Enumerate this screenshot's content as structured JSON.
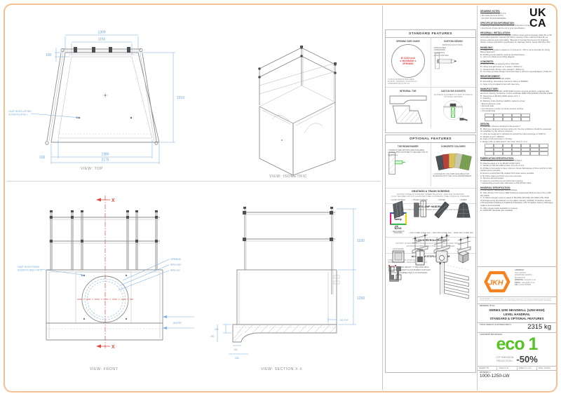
{
  "views": {
    "top": {
      "label": "VIEW: TOP",
      "dims": {
        "outer_width": "1309",
        "inner_width": "1150",
        "top_offset": "100",
        "depth": "1910",
        "base_inner": "1980",
        "base_outer": "2175",
        "base_offset": "100"
      },
      "leader_line1": "CAST IN S/S LIFTING",
      "leader_line2": "SOCKETS (4 NO.)"
    },
    "isometric": {
      "label": "VIEW: ISOMETRIC"
    },
    "front": {
      "label": "VIEW: FRONT",
      "marker": "X",
      "leader_fixing1": "CAST IN S/S FIXING",
      "leader_fixing2": "SOCKETS (M12 4 NO.)",
      "leader_opening": "OPENING",
      "leader_pipe_od": "PIPE O/D*",
      "leader_pipe_id": "PIPE I/D*",
      "leader_invert": "INVERT"
    },
    "section": {
      "label": "VIEW: SECTION X-X",
      "dims": {
        "handrail": "1100",
        "wall": "1250",
        "wall_thk": "100 TYP",
        "base_thk": "100",
        "toe_depth": "300",
        "toe_width": "100",
        "toe_proj": "150"
      }
    }
  },
  "standard_features": {
    "title": "STANDARD FEATURES",
    "opening_guide": {
      "title": "OPENING SIZE GUIDE",
      "circle_line1": "Ø 1022 mm",
      "circle_line2": "◄ MAXIMUM ►",
      "circle_line3": "OPENING",
      "notes": [
        "TYPICAL MAXIMUM PIPE SIZES:",
        "PLASTIC: TWINWALL (ID) Ø 750 mm",
        "CONCRETE (ID) Ø 750 mm"
      ]
    },
    "custom_design": {
      "title": "CUSTOM DESIGN",
      "subtitle": "BESPOKE SOLUTIONS...",
      "items": [
        "DOGHOUSES",
        "STEELWORK",
        "HANDRAILS",
        "FLOW CONTROL"
      ]
    },
    "integral_toe": {
      "title": "INTEGRAL TOE"
    },
    "sockets": {
      "title": "CAST-IN S/S SOCKETS",
      "subtitle": "ACCURATE ALIGNMENT TO JOINT FITTINGS & OPTIONAL FEATURES"
    }
  },
  "optional_features": {
    "title": "OPTIONAL FEATURES",
    "toe_beam": {
      "title": "TOE BEAM RAISER",
      "items": [
        "VARIOUS SIZE OPTIONS ARE AVAILABLE",
        "DOWEL PINS SUPPLIED TO SECURE TOE TO HEADWALL"
      ]
    },
    "concrete_colours": {
      "title": "CONCRETE COLOURS",
      "items": [
        "A RANGE OF COLOURS AVAILABLE FOR BLENDING INTO THE LOCAL ENVIRONMENT"
      ],
      "swatches": [
        "#4a5258",
        "#b5443c",
        "#d8c35a",
        "#c9c9b2",
        "#7a9e52"
      ]
    },
    "gratings": {
      "title": "GRATINGS & TRASH SCREENS",
      "note1": "FACTORY FITTED AS STANDARD (WHERE PRACTICAL / SAFE FOR TRANSPORT)",
      "note2": "FULLY SECURED, HOT DIP GALVANISED STEEL & STAINLESS STEEL FIXINGS AS STANDARD",
      "items": [
        "FLUSH COUPLED",
        "HINGED COUPLED",
        "SLOPED",
        "DOMED"
      ]
    },
    "handrails": {
      "title": "KEE KLAMP HANDRAILS",
      "note1": "FACTORY FITTED AS STANDARD (WHERE PRACTICAL / SAFE FOR TRANSPORT)",
      "logo_line1": "Kee",
      "logo_line2": "Safety",
      "size_mark": "Ø",
      "size_mark_num": "#8",
      "items": [
        "KEE KLAMP AS STANDARD",
        "FULLY FIXED (CODE: K03)",
        "HALF WING (CODE: K02)",
        "BACK ONLY (CODE: K01)"
      ]
    },
    "flow_control": {
      "title": "FLOW CONTROL DEVICES",
      "note1": "FACTORY FITTED WHERE POSSIBLE (DUE TO SEAL FIXINGS & SAFE TRANSPORT)",
      "note2": "ANCHORS & RUBBER SEALS (STAINLESS) AS STANDARD",
      "items": [
        "FLAP VALVES",
        "PENSTOCKS",
        "ORIFICE PLATES",
        "BAFFLE BLOCKS"
      ]
    },
    "stoplog": {
      "title": "ALUMINIUM STOPLOG SYSTEM",
      "note1": "CHANNELS FACTORY FITTED AS STANDARD (WHERE PRACTICAL / SAFE FOR TRANSPORT)",
      "items": [
        "VARIOUS BOARD HEIGHT / TYPES AVAILABLE",
        "LOGGING BRACKETS & FASTENERS SUPPLIED",
        "ANCHORS & RUBBER SEALS AS STANDARD"
      ]
    }
  },
  "notes": {
    "sections": [
      {
        "heading": "DRAWING NOTES:",
        "items": [
          "• All dimensions in mm U.O.S.",
          "• All measurements ±2mm.",
          "• DO NOT SCALE DRAWING."
        ]
      },
      {
        "heading": "SPECIFICATION INFORMATION:",
        "items": [
          "• Opening in back wall cast to suit outer dimension of pipe.",
          "• Invert level of pipe can be cut to your specification."
        ]
      },
      {
        "heading": "HEADWALL INSTALLATION:",
        "items": [
          "Units should be bedded on minimum 150mm thick well compacted Class 6N or 6P well graded granular material with 50mm topping of fine material (Class 6L) to ensure units are level and stable. \"Manual of Contract Documents for Highway Works: Volume (MCHW1) specification for Highway Works, Series 600 (Nov 09).\""
        ]
      },
      {
        "heading": "HANDLING:",
        "items": [
          "A. Weight of concrete is based on 2.4 tonne/m³. +5% is recommended for sizing lifting equipment.",
          "B. All lifting points shall be used as specified below.",
          "C. Unit to be lifted as per lifting diagram."
        ]
      },
      {
        "heading": "CONCRETE:",
        "items": [
          "A. Min 40 N Self-compacting DC4 / DS4 Mix.",
          "B. Lifting strength based on 2 cubes = 20N/mm².",
          "C. Characteristic 28 day cube strength = 50N/mm².",
          "D. Concrete provides Design Chemical Class 4 (DC4) to special Digest 1 Table P2."
        ]
      },
      {
        "heading": "REINFORCEMENT:",
        "items": [
          "A. Reinforcement to BS EN 13369.",
          "B. Scheduling, dimensions, bends & cutting to BS8666.",
          "C. Cage to be insulated & tied with steel wire."
        ]
      },
      {
        "heading": "MANUFACTURE:",
        "items": [
          "A. Manufacture to BS EN 13369:2018 precast concrete products, retaining wall elements. Factory production control certificate 0086-CPR-602946 & BS EN 13369.",
          "B. Tolerances to BS EN 13369 clause 4.3.1.1.",
          "C. Finishing:",
          "D. Marking: Units shall be indelibly marked to show:",
          "• Mould reference code.",
          "• Demould date.",
          "• Job reference number & unique product number.",
          "• Unit weight (kg)."
        ]
      },
      {
        "heading": "DESIGN:",
        "items": [
          "A. Concrete structure designed to Eurocode 2.",
          "B. JKH have designed concrete units only; the site conditions should be assessed for suitability by the scheme designer.",
          "C. Units are designed to withstand a vertical live load surcharge of 10kN/m².",
          "D. Weight of soil = 18kN/m³.",
          "E. Angle of internal friction = 30 Deg.",
          "F. Design Lifts as table below* (all crown sizes in mm):"
        ]
      },
      {
        "heading": "FABRICATION SPECIFICATION:",
        "items": [
          "A. Manufacture to BS EN 1090-2 EXC CLASS 1.",
          "B. Material grade is to be BS EN 10025 S275.",
          "C. Welding to BS EN 1090-2 Parts 1.5.4 & 1.5.1.8.",
          "D. All fillet & butt welds to have minimum throat thicknesses of 5mm and 6mm fully welded where possible.",
          "E. Ensure vertical flats fully welded both sides where possible.",
          "F. All sharp edges and burrs are to be removed.",
          "G. Remove all weld spatter.",
          "H. Holes by punching are permitted with reaming.",
          "I. Galvanising process after fabrication to BS EN ISO 1461."
        ]
      },
      {
        "heading": "HANDRAIL SPECIFICATION:",
        "items": [
          "A. Kee Klamp® Galvanised Size 8 Fittings.",
          "B. Tube 48.3mm OD 3.2mm Wall Thickness Galvanised Medium Duty Tube to BS EN 10255.",
          "C. 0.74kN/m Design Load as stated in BS 6180, BS 6399, BS 5395 & BS 7818. Civil Engineering Specification for the Water Industry (CESWI) 7th Edition Clause 2.66 Handrails & Balusters & EEMUA Publication 105 7th Edition Factory Stairways, Ladders and Handrails.",
          "D. Other design loads available on request.",
          "E. GRP/FRP Handrails also available."
        ]
      }
    ]
  },
  "title_block": {
    "ukca_line1": "UK",
    "ukca_line2": "CA",
    "logo_text": "JKH",
    "address_label": "ADDRESS:",
    "address_lines": [
      "JKH LIMITED",
      "RIVERSIDE WORKS",
      "MILVERTON"
    ],
    "website_label": "WEBSITE:",
    "website": "www.jkh.co.uk",
    "email_label": "EMAIL:",
    "email": "sales@jkh.co.uk",
    "tel_label": "TEL:",
    "tel": "01234 567890",
    "confidential": "PROPRIETARY & CONFIDENTIAL: The information contained in this drawing is the sole property of JKH Limited. Any reproduction in part or as a whole without the written permission of JKH Limited is prohibited.",
    "drawing_title_label": "DRAWING TITLE:",
    "title_lines": [
      "SERIES 1000 HEADWALL (1250 HIGH)",
      "LEVEL HANDRAIL",
      "STANDARD & OPTIONAL FEATURES"
    ],
    "weight_label": "TOTAL WEIGHT (CASTINGS ONLY):",
    "weight_value": "2315 kg",
    "mix_label": "CONCRETE MIX DESIGN:",
    "eco_text": "eco 1",
    "eco_sub1": "CO² EMISSION",
    "eco_sub2": "REDUCTION ↓",
    "eco_value": "-50%",
    "drawn": "DRAWN: PN",
    "issue": "ISSUE #: 01",
    "sheet": "SHEET #: 1 of 1",
    "date": "DATE: 12/2024",
    "number_label": "DRAWING #:",
    "number_value": "1000-1250-LW"
  }
}
